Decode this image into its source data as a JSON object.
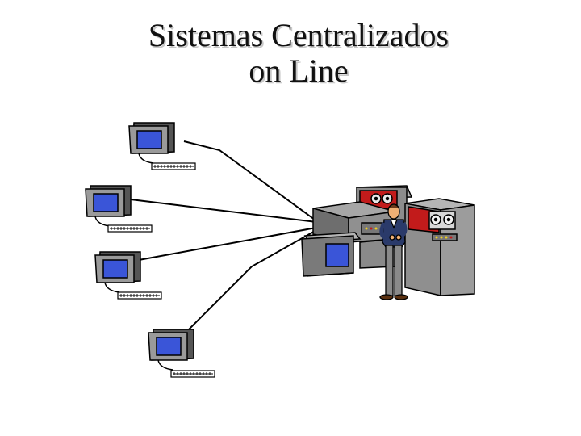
{
  "title": {
    "line1": "Sistemas Centralizados",
    "line2": "on Line"
  },
  "colors": {
    "screen": "#3a55d8",
    "terminal_body": "#9a9a9a",
    "terminal_shadow": "#555555",
    "cable": "#000000",
    "mainframe": "#888888",
    "accent_red": "#c21b1b",
    "person_shirt": "#2a3a6a",
    "person_pants": "#8a8a8a",
    "skin": "#f0b074"
  },
  "diagram": {
    "terminals": [
      "terminal-1",
      "terminal-2",
      "terminal-3",
      "terminal-4"
    ],
    "central_system": "mainframe",
    "operator": "operator"
  }
}
